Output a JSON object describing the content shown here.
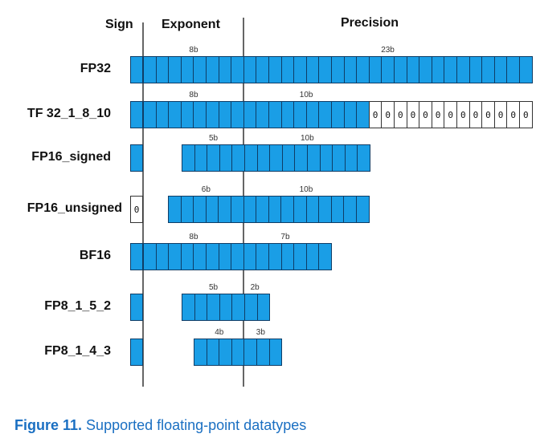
{
  "headers": {
    "sign": "Sign",
    "exponent": "Exponent",
    "precision": "Precision"
  },
  "rows": [
    {
      "label": "FP32",
      "sign": true,
      "exponent_bits": 8,
      "exponent_label": "8b",
      "mantissa_bits": 23,
      "mantissa_label": "23b",
      "zero_fill": 0,
      "unsigned": false
    },
    {
      "label": "TF 32_1_8_10",
      "sign": true,
      "exponent_bits": 8,
      "exponent_label": "8b",
      "mantissa_bits": 10,
      "mantissa_label": "10b",
      "zero_fill": 13,
      "unsigned": false
    },
    {
      "label": "FP16_signed",
      "sign": true,
      "exponent_bits": 5,
      "exponent_label": "5b",
      "mantissa_bits": 10,
      "mantissa_label": "10b",
      "zero_fill": 0,
      "unsigned": false
    },
    {
      "label": "FP16_unsigned",
      "sign": false,
      "exponent_bits": 6,
      "exponent_label": "6b",
      "mantissa_bits": 10,
      "mantissa_label": "10b",
      "zero_fill": 0,
      "unsigned": true
    },
    {
      "label": "BF16",
      "sign": true,
      "exponent_bits": 8,
      "exponent_label": "8b",
      "mantissa_bits": 7,
      "mantissa_label": "7b",
      "zero_fill": 0,
      "unsigned": false
    },
    {
      "label": "FP8_1_5_2",
      "sign": true,
      "exponent_bits": 5,
      "exponent_label": "5b",
      "mantissa_bits": 2,
      "mantissa_label": "2b",
      "zero_fill": 0,
      "unsigned": false
    },
    {
      "label": "FP8_1_4_3",
      "sign": true,
      "exponent_bits": 4,
      "exponent_label": "4b",
      "mantissa_bits": 3,
      "mantissa_label": "3b",
      "zero_fill": 0,
      "unsigned": false
    }
  ],
  "zero_char": "0",
  "caption": {
    "figure": "Figure 11.",
    "text": " Supported floating-point datatypes"
  },
  "colors": {
    "bit_fill": "#1a9ee6",
    "bit_border": "#0f3d66",
    "caption": "#1a6fc2"
  }
}
